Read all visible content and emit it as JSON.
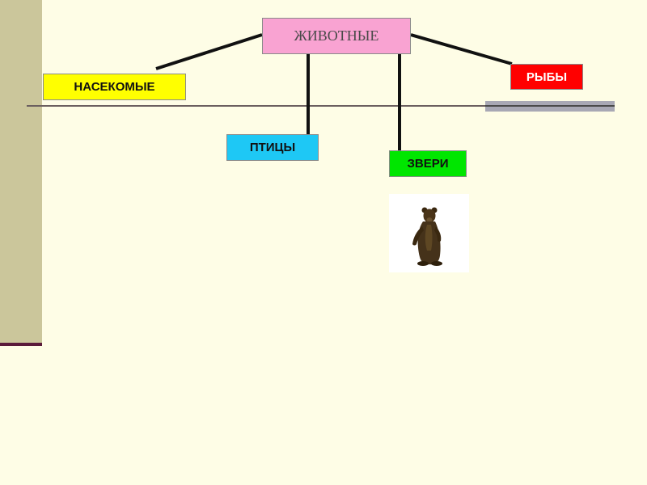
{
  "diagram": {
    "root": {
      "label": "ЖИВОТНЫЕ",
      "color": "#F9A3D2"
    },
    "children": [
      {
        "id": "insects",
        "label": "НАСЕКОМЫЕ",
        "color": "#FFFF00"
      },
      {
        "id": "fish",
        "label": "РЫБЫ",
        "color": "#FF0000"
      },
      {
        "id": "birds",
        "label": "ПТИЦЫ",
        "color": "#1EC8F5"
      },
      {
        "id": "beasts",
        "label": "ЗВЕРИ",
        "color": "#00E600"
      }
    ],
    "image": {
      "icon": "bear-icon"
    }
  },
  "colors": {
    "background": "#FEFDE6",
    "sidebar": "#CBC69B",
    "connector": "#111111"
  }
}
